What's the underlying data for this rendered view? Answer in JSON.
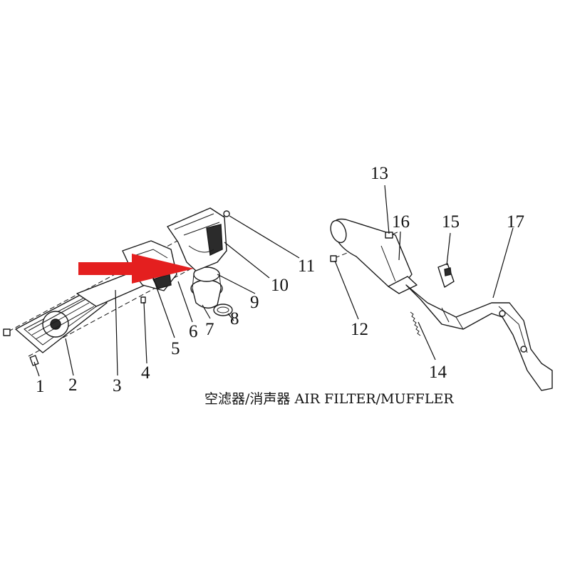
{
  "caption": "空滤器/消声器 AIR FILTER/MUFFLER",
  "callouts": [
    {
      "id": "1",
      "text": "1"
    },
    {
      "id": "2",
      "text": "2"
    },
    {
      "id": "3",
      "text": "3"
    },
    {
      "id": "4",
      "text": "4"
    },
    {
      "id": "5",
      "text": "5"
    },
    {
      "id": "6",
      "text": "6"
    },
    {
      "id": "7",
      "text": "7"
    },
    {
      "id": "8",
      "text": "8"
    },
    {
      "id": "9",
      "text": "9"
    },
    {
      "id": "10",
      "text": "10"
    },
    {
      "id": "11",
      "text": "11"
    },
    {
      "id": "12",
      "text": "12"
    },
    {
      "id": "13",
      "text": "13"
    },
    {
      "id": "14",
      "text": "14"
    },
    {
      "id": "15",
      "text": "15"
    },
    {
      "id": "16",
      "text": "16"
    },
    {
      "id": "17",
      "text": "17"
    }
  ],
  "colors": {
    "arrow": "#e41f1f",
    "line": "#111111"
  }
}
